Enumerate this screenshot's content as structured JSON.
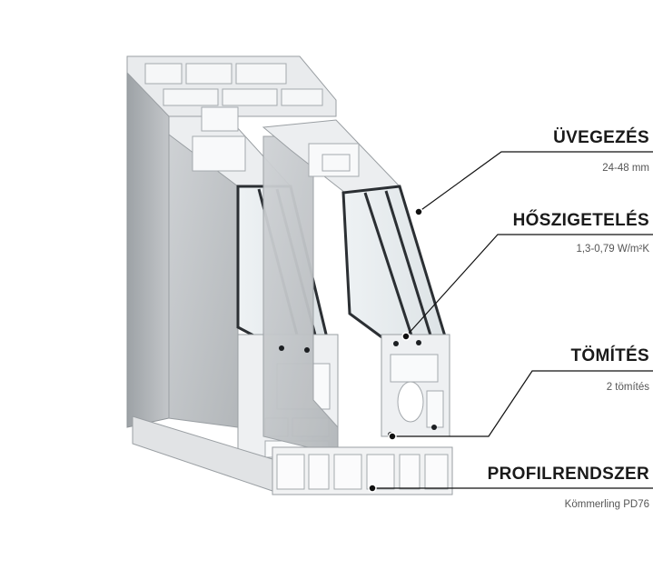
{
  "features": [
    {
      "title": "ÜVEGEZÉS",
      "value": "24-48 mm"
    },
    {
      "title": "HŐSZIGETELÉS",
      "value": "1,3-0,79 W/m²K"
    },
    {
      "title": "TÖMÍTÉS",
      "value": "2 tömítés"
    },
    {
      "title": "PROFILRENDSZER",
      "value": "Kömmerling PD76"
    }
  ],
  "colors": {
    "profile_frame": "#d9dcde",
    "profile_face": "#bcc0c3",
    "profile_dark": "#9ea3a7",
    "glass_edge": "#2b2f33",
    "leader_line": "#111111"
  }
}
